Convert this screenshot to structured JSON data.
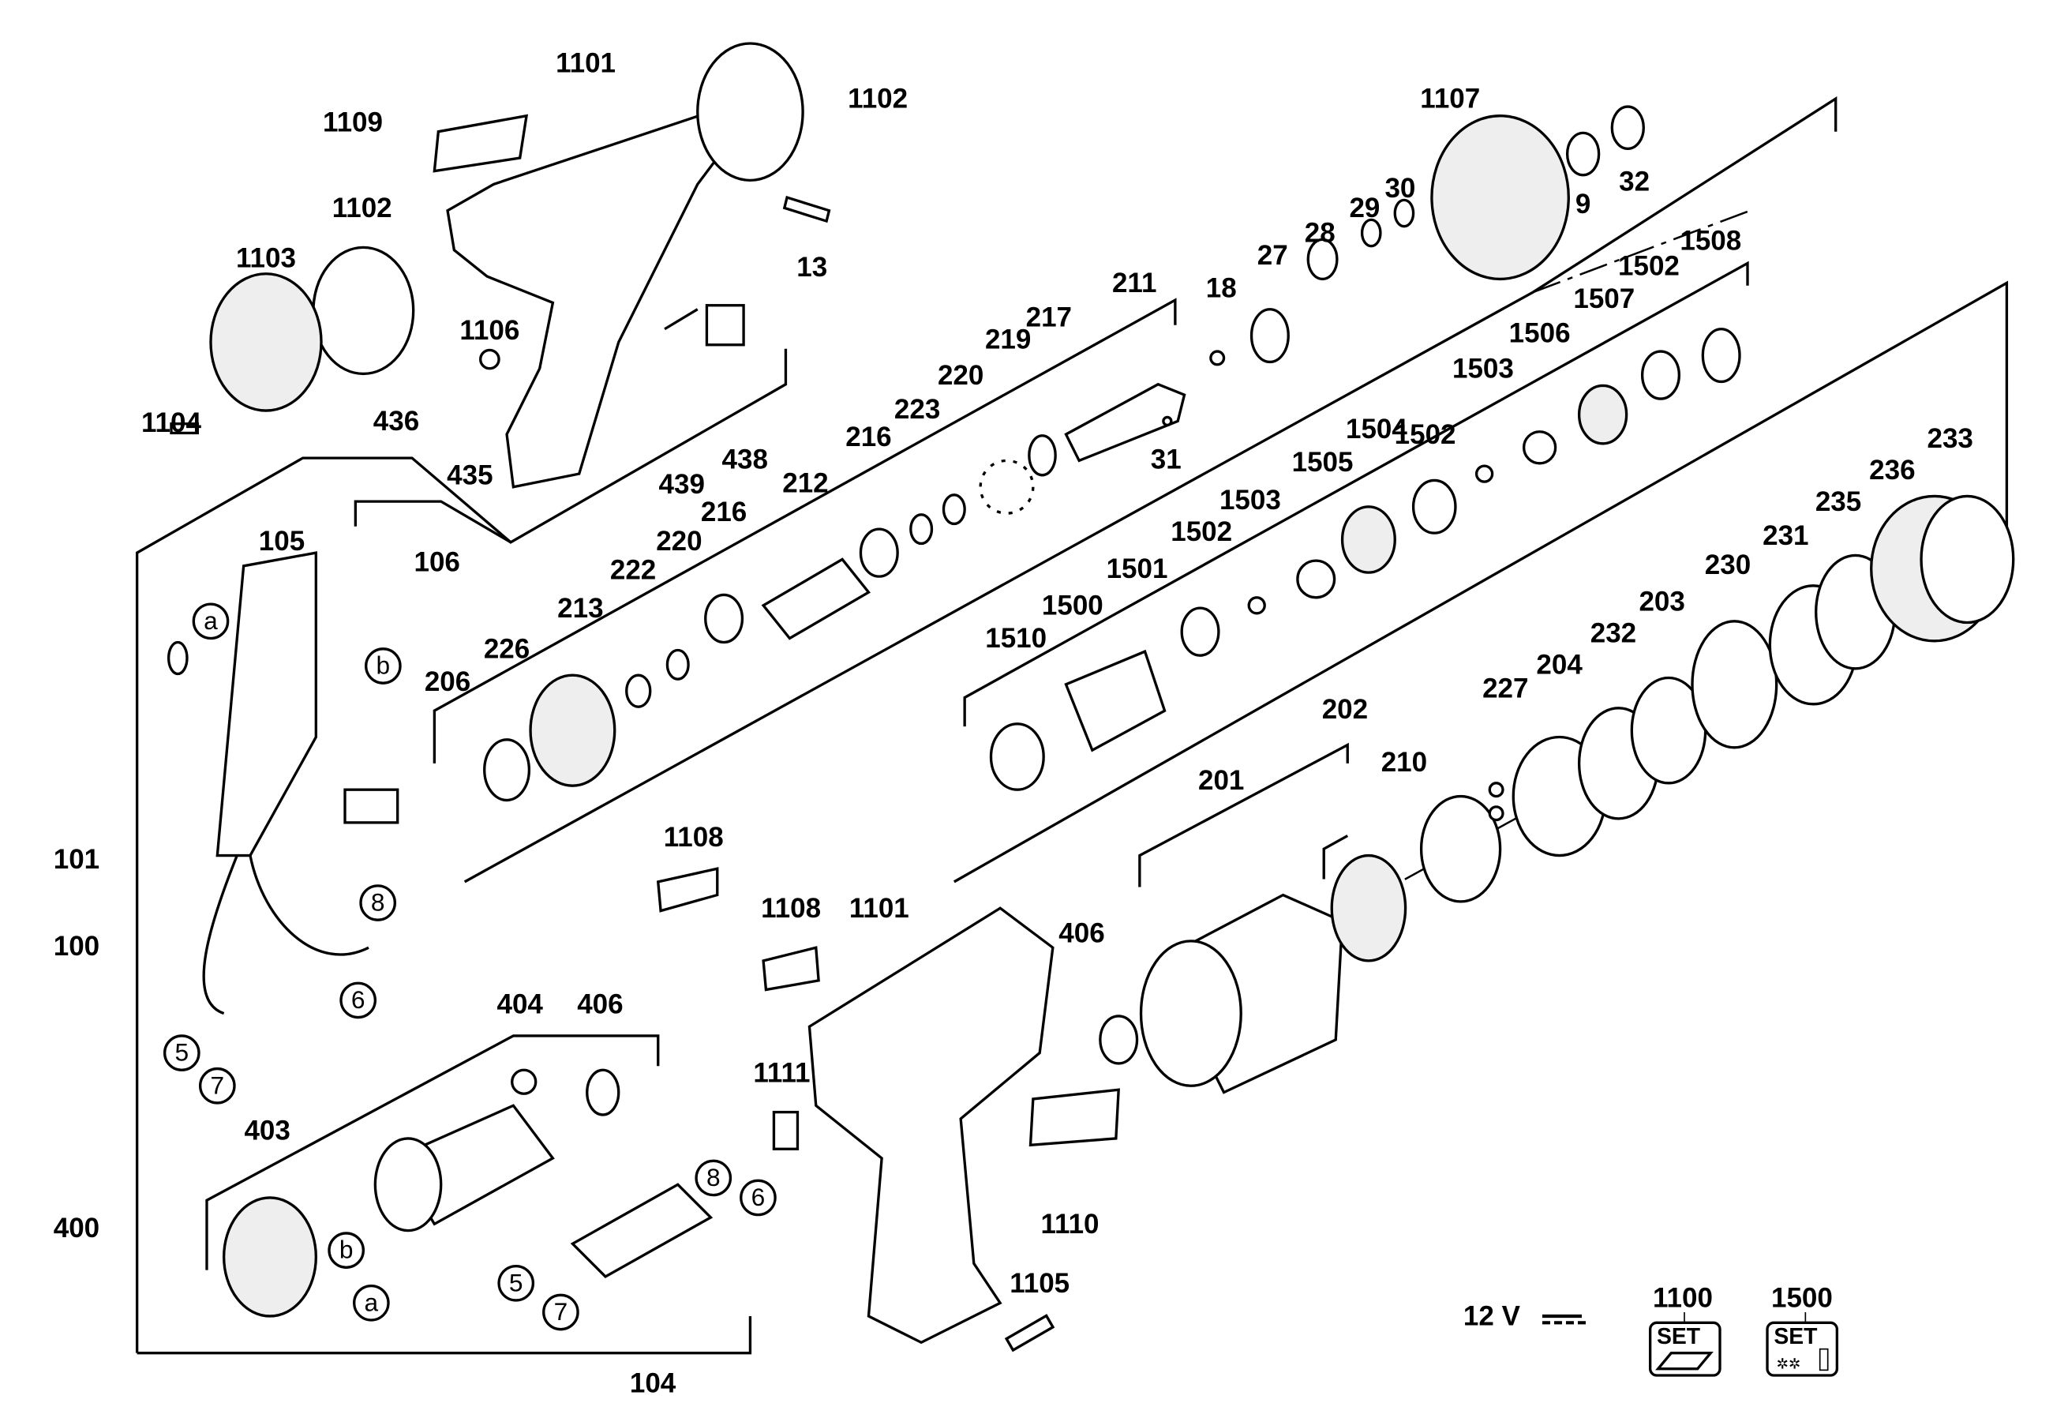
{
  "labels": [
    "1101",
    "1109",
    "1102",
    "1102",
    "1103",
    "1104",
    "1106",
    "13",
    "435",
    "439",
    "438",
    "436",
    "105",
    "106",
    "101",
    "100",
    "404",
    "406",
    "403",
    "400",
    "104",
    "1108",
    "1108",
    "1101",
    "1111",
    "1110",
    "1105",
    "406",
    "201",
    "202",
    "210",
    "227",
    "204",
    "232",
    "203",
    "230",
    "231",
    "235",
    "236",
    "233",
    "1107",
    "9",
    "32",
    "30",
    "29",
    "28",
    "27",
    "18",
    "211",
    "217",
    "219",
    "220",
    "223",
    "216",
    "212",
    "216",
    "220",
    "222",
    "213",
    "226",
    "206",
    "31",
    "1508",
    "1502",
    "1507",
    "1506",
    "1503",
    "1502",
    "1504",
    "1505",
    "1503",
    "1502",
    "1501",
    "1500",
    "1510"
  ],
  "circled": [
    "a",
    "b",
    "8",
    "6",
    "5",
    "7",
    "b",
    "a",
    "8",
    "6",
    "5",
    "7"
  ],
  "voltage": "12 V",
  "sets": [
    {
      "number": "1100",
      "badge": "SET",
      "icon": "housing-set-icon"
    },
    {
      "number": "1500",
      "badge": "SET",
      "icon": "gear-grease-set-icon"
    }
  ]
}
